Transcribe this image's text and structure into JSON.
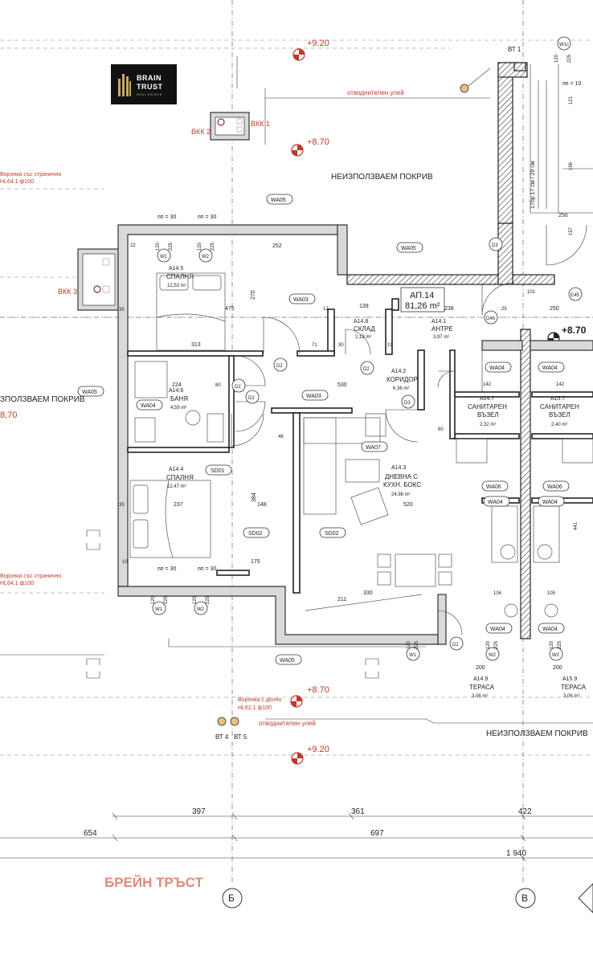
{
  "logo": {
    "line1": "BRAIN",
    "line2": "TRUST",
    "line3": "REAL ESTATE"
  },
  "watermark": "БРЕЙН ТРЪСТ",
  "apartment": {
    "code": "АП.14",
    "area": "81,26 m²"
  },
  "levels": {
    "top": "+9.20",
    "upper": "+8.70",
    "right": "+8.70",
    "lower": "+8.70",
    "bottom": "+9.20",
    "left_partial": "8,70"
  },
  "roof_labels": {
    "unused_top": "НЕИЗПОЛЗВАЕМ ПОКРИВ",
    "unused_left": "ЗПОЛЗВАЕМ ПОКРИВ",
    "unused_bottom": "НЕИЗПОЛЗВАЕМ ПОКРИВ"
  },
  "drain_notes": {
    "gutter_top": "отводнителен улей",
    "gutter_bottom": "отводнителен улей",
    "funnel_top_l1": "Воронка със странично",
    "funnel_top_l2": "HL64.1 ф100",
    "funnel_mid_l1": "Воронка със странично",
    "funnel_mid_l2": "HL64.1 ф100",
    "funnel_bot_l1": "Воронка с долно",
    "funnel_bot_l2": "HL62.1 ф100"
  },
  "shafts": {
    "bkk1": "ВКК 1",
    "bkk2": "ВКК 2",
    "bkk3": "ВКК 3",
    "bt1": "ВТ 1",
    "bt4": "ВТ 4",
    "bt5": "ВТ 5"
  },
  "rooms": [
    {
      "id": "A14.5",
      "name": "СПАЛНЯ",
      "area": "12,53 m²"
    },
    {
      "id": "A14.8",
      "name": "СКЛАД",
      "area": "2,18 m²"
    },
    {
      "id": "A14.1",
      "name": "АНТРЕ",
      "area": "3,97 m²"
    },
    {
      "id": "A14.2",
      "name": "КОРИДОР",
      "area": "6,36 m²"
    },
    {
      "id": "A14.6",
      "name": "БАНЯ",
      "area": "4,59 m²"
    },
    {
      "id": "A14.3",
      "name": "ДНЕВНА С",
      "name2": "КУХН. БОКС",
      "area": "24,98 m²"
    },
    {
      "id": "A14.4",
      "name": "СПАЛНЯ",
      "area": "12,47 m²"
    },
    {
      "id": "A14.7",
      "name": "САНИТАРЕН",
      "name2": "ВЪЗЕЛ",
      "area": "2,32 m²"
    },
    {
      "id": "A15.7",
      "name": "САНИТАРЕН",
      "name2": "ВЪЗЕЛ",
      "area": "2,40 m²"
    },
    {
      "id": "A14.9",
      "name": "ТЕРАСА",
      "area": "3,06 m²"
    },
    {
      "id": "A15.9",
      "name": "ТЕРАСА",
      "area": "3,06 m²"
    }
  ],
  "tags": {
    "wa05": "WA05",
    "wa03": "WA03",
    "wa04": "WA04",
    "wa06": "WA06",
    "wa07": "WA07",
    "sd01": "SD01",
    "sd02": "SD02",
    "w1": "W1",
    "w2": "W2",
    "w1c": "W1c",
    "d2": "D2",
    "d3": "D3",
    "e45": "E45",
    "d46": "D46"
  },
  "dims_bottom": {
    "d397": "397",
    "d361": "361",
    "d422": "422",
    "d654": "654",
    "d697": "697",
    "d1940": "1 940"
  },
  "dims_inner": {
    "d252": "252",
    "d475": "475",
    "d313": "313",
    "d139": "139",
    "d238": "238",
    "d250": "250",
    "d530": "530",
    "d224": "224",
    "d237": "237",
    "d520": "520",
    "d148": "148",
    "d330": "330",
    "d211": "211",
    "d175": "175",
    "d384": "384",
    "d270": "270",
    "d142": "142",
    "d104": "104",
    "d105": "105",
    "d441": "441",
    "d200a": "200",
    "d200b": "200",
    "d22": "22",
    "d35a": "35",
    "d35b": "35",
    "d12": "12",
    "d30": "30",
    "d71": "71",
    "d19": "19",
    "d80": "80",
    "d48": "48",
    "d60": "60",
    "d25": "25",
    "d101": "101",
    "d10": "10",
    "d157": "157",
    "d196": "196",
    "d121": "121"
  },
  "sill": "пп = 30",
  "sill_b": "пп = 10",
  "w_size_a": "120",
  "w_size_b": "225",
  "stair_note": "17бр 17 см / 29 см",
  "axes": {
    "b": "Б",
    "v": "В"
  }
}
